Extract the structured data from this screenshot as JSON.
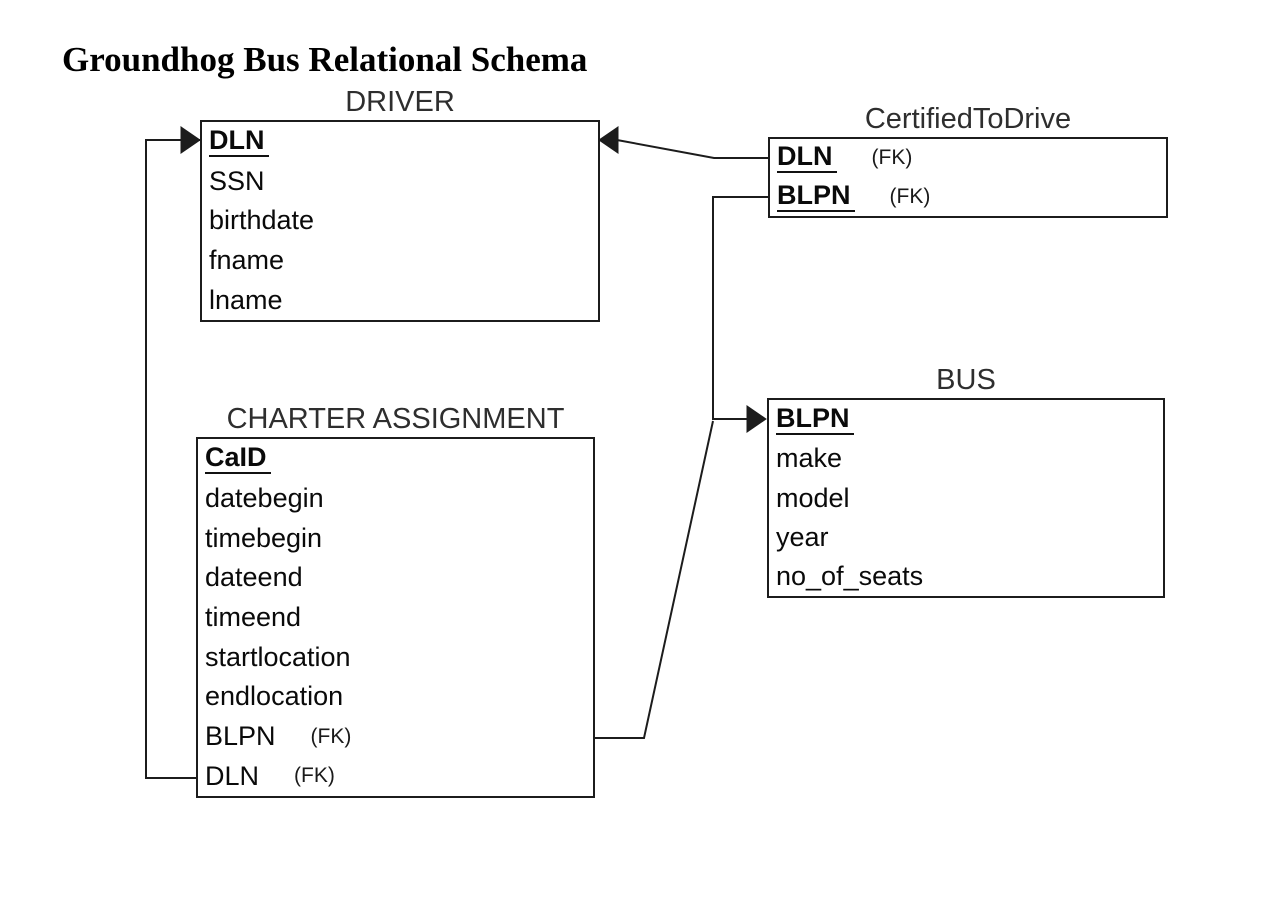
{
  "page": {
    "title": "Groundhog Bus Relational Schema"
  },
  "colors": {
    "background": "#ffffff",
    "line": "#1c1c1c",
    "text": "#0a0a0a",
    "table_title_text": "#2e2e2e"
  },
  "tables": [
    {
      "id": "driver",
      "title": "DRIVER",
      "fields": [
        {
          "name": "DLN",
          "pk": true
        },
        {
          "name": "SSN"
        },
        {
          "name": "birthdate"
        },
        {
          "name": "fname"
        },
        {
          "name": "lname"
        }
      ]
    },
    {
      "id": "certified_to_drive",
      "title": "CertifiedToDrive",
      "fields": [
        {
          "name": "DLN",
          "pk": true,
          "fk": "(FK)"
        },
        {
          "name": "BLPN",
          "pk": true,
          "fk": "(FK)"
        }
      ]
    },
    {
      "id": "bus",
      "title": "BUS",
      "fields": [
        {
          "name": "BLPN",
          "pk": true
        },
        {
          "name": "make"
        },
        {
          "name": "model"
        },
        {
          "name": "year"
        },
        {
          "name": "no_of_seats"
        }
      ]
    },
    {
      "id": "charter_assignment",
      "title": "CHARTER ASSIGNMENT",
      "fields": [
        {
          "name": "CaID",
          "pk": true
        },
        {
          "name": "datebegin"
        },
        {
          "name": "timebegin"
        },
        {
          "name": "dateend"
        },
        {
          "name": "timeend"
        },
        {
          "name": "startlocation"
        },
        {
          "name": "endlocation"
        },
        {
          "name": "BLPN",
          "fk": "(FK)"
        },
        {
          "name": "DLN",
          "fk": "(FK)"
        }
      ]
    }
  ],
  "relationships": [
    {
      "from_table": "CertifiedToDrive",
      "from_field": "DLN",
      "to_table": "DRIVER",
      "to_field": "DLN"
    },
    {
      "from_table": "CHARTER ASSIGNMENT",
      "from_field": "DLN",
      "to_table": "DRIVER",
      "to_field": "DLN"
    },
    {
      "from_table": "CertifiedToDrive",
      "from_field": "BLPN",
      "to_table": "BUS",
      "to_field": "BLPN"
    },
    {
      "from_table": "CHARTER ASSIGNMENT",
      "from_field": "BLPN",
      "to_table": "BUS",
      "to_field": "BLPN"
    }
  ]
}
